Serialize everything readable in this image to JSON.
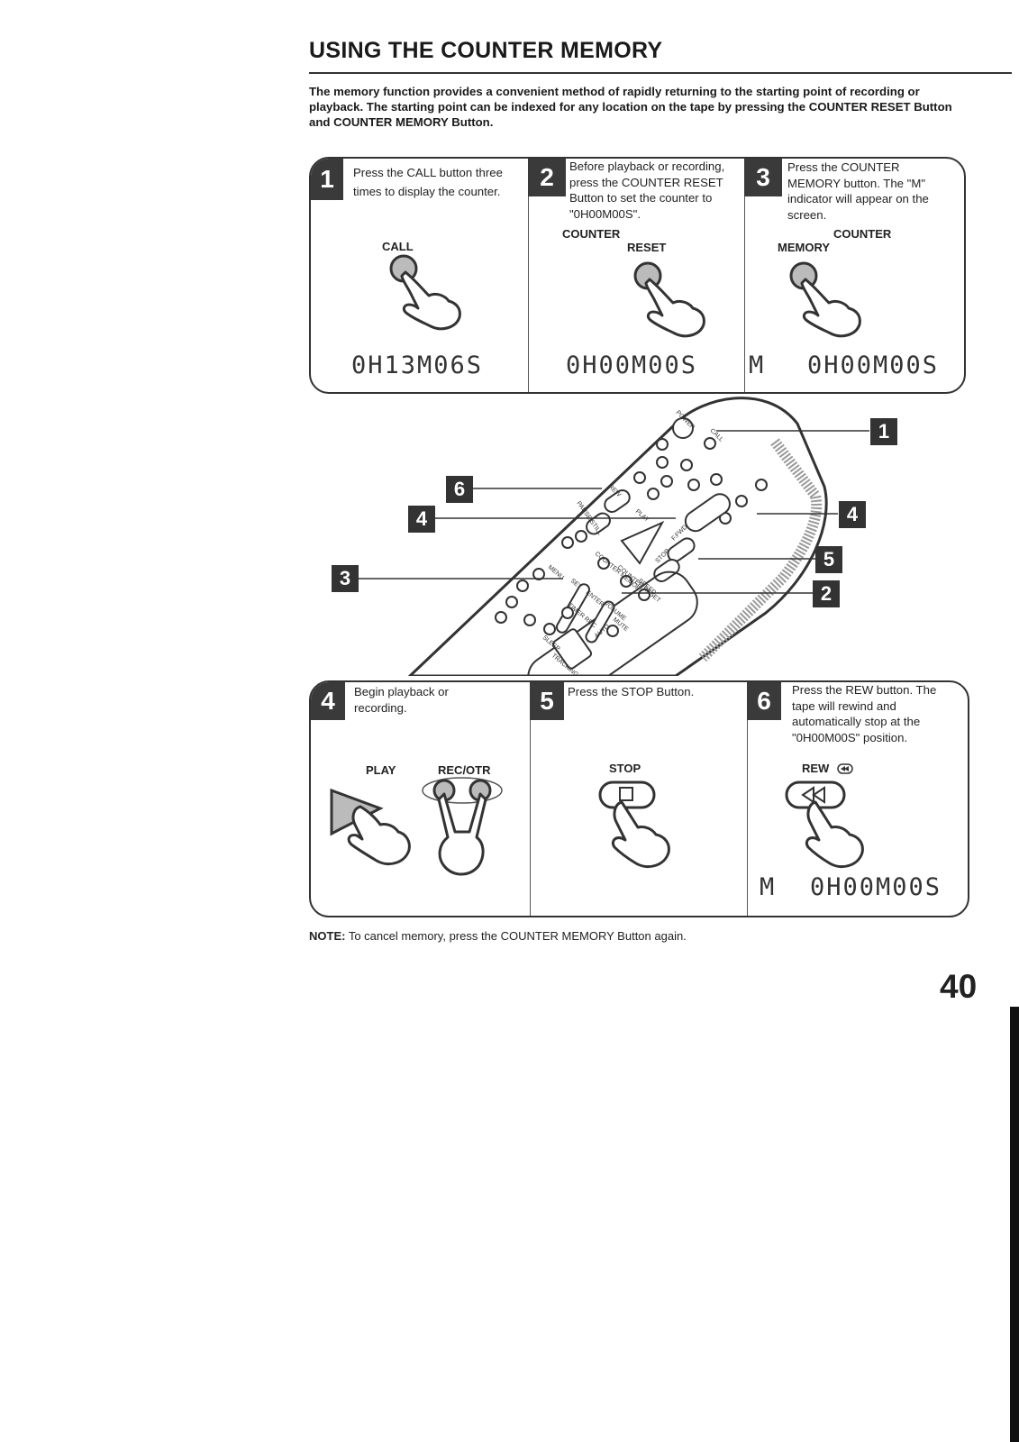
{
  "title": "USING THE COUNTER MEMORY",
  "intro": "The memory function provides a convenient method of rapidly returning to the starting point of recording or playback. The starting point can be indexed for any location on the tape by pressing the COUNTER RESET Button and COUNTER MEMORY Button.",
  "steps_top": [
    {
      "number": "1",
      "text": "Press the CALL button three times to display the counter.",
      "button_label": "CALL",
      "display": "0H13M06S"
    },
    {
      "number": "2",
      "text": "Before playback or recording, press the COUNTER RESET Button to set the counter to \"0H00M00S\".",
      "button_label_1": "COUNTER",
      "button_label_2": "RESET",
      "display": "0H00M00S"
    },
    {
      "number": "3",
      "text": "Press the COUNTER MEMORY button. The \"M\" indicator will appear on the screen.",
      "button_label_1": "COUNTER",
      "button_label_2": "MEMORY",
      "indicator": "M",
      "display": "0H00M00S"
    }
  ],
  "steps_bottom": [
    {
      "number": "4",
      "text": "Begin playback or recording.",
      "button_label_1": "PLAY",
      "button_label_2": "REC/OTR"
    },
    {
      "number": "5",
      "text": "Press the STOP Button.",
      "button_label": "STOP"
    },
    {
      "number": "6",
      "text": "Press the REW button. The tape will rewind and automatically stop at the \"0H00M00S\" position.",
      "button_label": "REW",
      "indicator": "M",
      "display": "0H00M00S"
    }
  ],
  "remote": {
    "callouts": [
      "1",
      "2",
      "3",
      "4",
      "4",
      "5",
      "6"
    ],
    "labels": {
      "power": "POWER",
      "call": "CALL",
      "rew": "REW",
      "play": "PLAY",
      "pause": "PAUSE/STILL",
      "ffwd": "F.FWD",
      "stop": "STOP",
      "counter_memory": "COUNTER MEMORY",
      "counter_reset": "COUNTER RESET",
      "menu": "MENU",
      "set": "SET",
      "enter": "ENTER",
      "volume": "VOLUME",
      "timer_rec": "TIMER REC",
      "speed": "SPEED",
      "mute": "MUTE",
      "sleep": "SLEEP",
      "tracking": "TRACKING",
      "auto": "AUTO"
    }
  },
  "note_label": "NOTE:",
  "note_text": " To cancel memory, press the COUNTER MEMORY Button again.",
  "page_number": "40"
}
